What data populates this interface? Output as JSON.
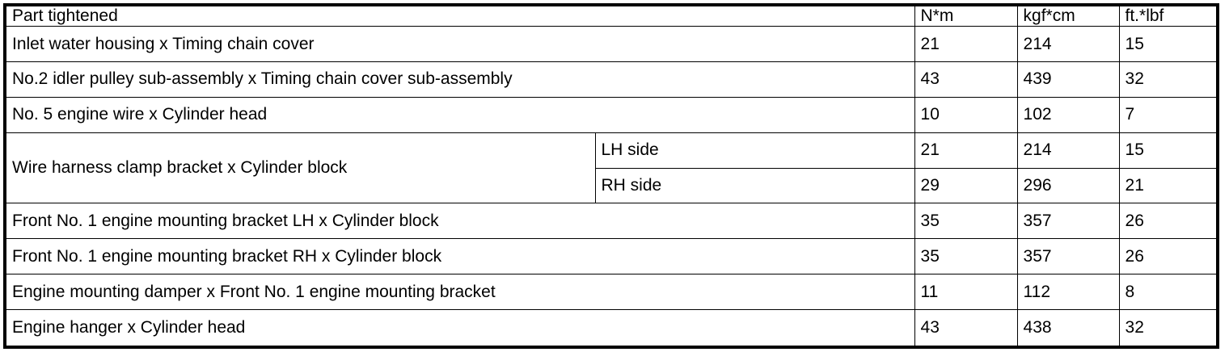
{
  "table": {
    "columns": [
      {
        "key": "part",
        "label": "Part tightened",
        "align": "center"
      },
      {
        "key": "nm",
        "label": "N*m",
        "align": "center"
      },
      {
        "key": "kgfcm",
        "label": "kgf*cm",
        "align": "center"
      },
      {
        "key": "ftlbf",
        "label": "ft.*lbf",
        "align": "center"
      }
    ],
    "rows": [
      {
        "part": "Inlet water housing x Timing chain cover",
        "sub": null,
        "nm": "21",
        "kgfcm": "214",
        "ftlbf": "15"
      },
      {
        "part": "No.2 idler pulley sub-assembly x Timing chain cover sub-assembly",
        "sub": null,
        "nm": "43",
        "kgfcm": "439",
        "ftlbf": "32"
      },
      {
        "part": "No. 5 engine wire x Cylinder head",
        "sub": null,
        "nm": "10",
        "kgfcm": "102",
        "ftlbf": "7"
      },
      {
        "part": "Wire harness clamp bracket x Cylinder block",
        "sub": "LH side",
        "nm": "21",
        "kgfcm": "214",
        "ftlbf": "15"
      },
      {
        "part": null,
        "sub": "RH side",
        "nm": "29",
        "kgfcm": "296",
        "ftlbf": "21"
      },
      {
        "part": "Front No. 1 engine mounting bracket LH x Cylinder block",
        "sub": null,
        "nm": "35",
        "kgfcm": "357",
        "ftlbf": "26"
      },
      {
        "part": "Front No. 1 engine mounting bracket RH x Cylinder block",
        "sub": null,
        "nm": "35",
        "kgfcm": "357",
        "ftlbf": "26"
      },
      {
        "part": "Engine mounting damper x Front No. 1 engine mounting bracket",
        "sub": null,
        "nm": "11",
        "kgfcm": "112",
        "ftlbf": "8"
      },
      {
        "part": "Engine hanger x Cylinder head",
        "sub": null,
        "nm": "43",
        "kgfcm": "438",
        "ftlbf": "32"
      }
    ]
  },
  "colors": {
    "border": "#000000",
    "background": "#ffffff",
    "text": "#000000"
  }
}
